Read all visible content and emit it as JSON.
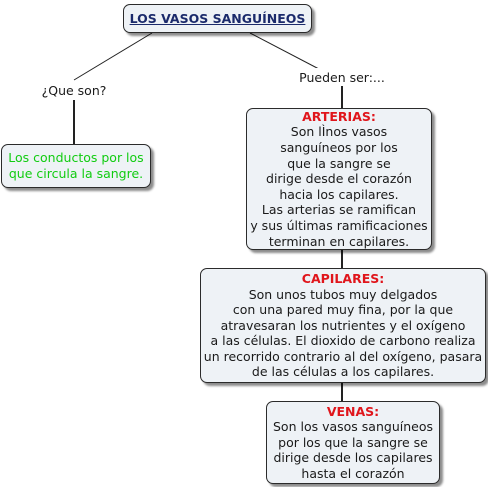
{
  "title": "LOS VASOS SANGUÍNEOS",
  "link_labels": {
    "que_son": "¿Que son?",
    "pueden_ser": "Pueden ser:..."
  },
  "definition": "Los conductos por los\nque circula la sangre.",
  "arterias": {
    "heading": "ARTERIAS:",
    "text": "Son lÌnos vasos\nsanguíneos por los\nque la sangre se\ndirige desde el corazón\nhacia los capilares.\nLas arterias se ramifican\ny sus últimas ramificaciones\nterminan en capilares."
  },
  "capilares": {
    "heading": "CAPILARES:",
    "text": "Son unos tubos muy delgados\ncon una pared muy fina, por la que\natravesaran los nutrientes y el oxígeno\na las células. El dioxido de carbono realiza\nun recorrido contrario al del oxígeno, pasara\nde las células a los capilares."
  },
  "venas": {
    "heading": "VENAS:",
    "text": "Son los vasos sanguíneos\npor los que la sangre se\ndirige desde los capilares\nhasta el corazón"
  },
  "colors": {
    "box_fill": "#eef2f6",
    "heading_red": "#e0151b",
    "definition_green": "#11cc11",
    "title_blue": "#1b2a6b"
  }
}
